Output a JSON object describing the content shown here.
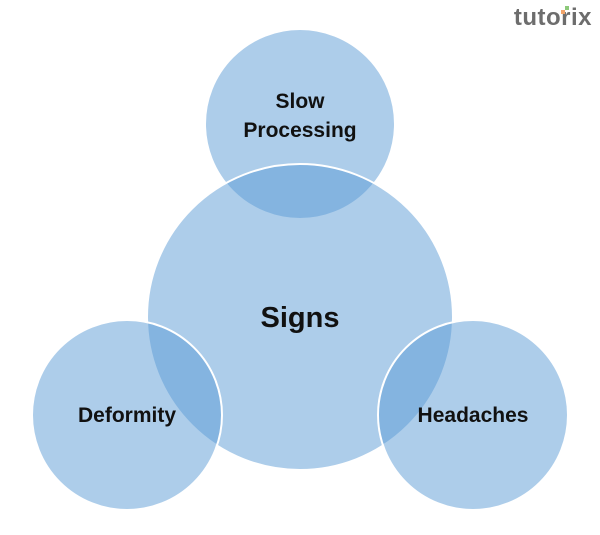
{
  "logo": "tutorix",
  "diagram": {
    "center": "Signs",
    "top": [
      "Slow",
      "Processing"
    ],
    "left": "Deformity",
    "right": "Headaches"
  },
  "colors": {
    "circle": "#5b9bd5",
    "stroke": "#ffffff",
    "text": "#111111"
  }
}
